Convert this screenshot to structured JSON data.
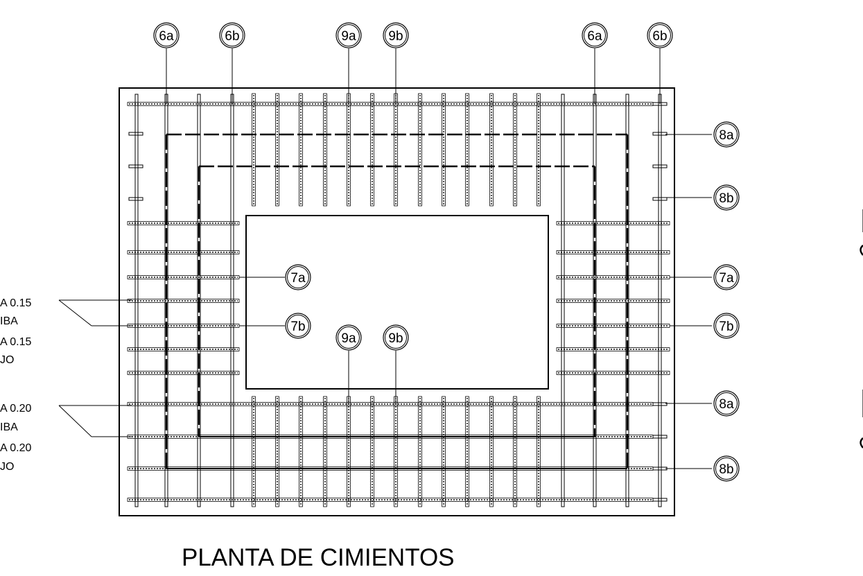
{
  "drawing": {
    "title": "PLANTA DE CIMIENTOS",
    "colors": {
      "ink": "#000000",
      "paper": "#ffffff"
    },
    "bar_tags": {
      "top_6a_left": "6a",
      "top_6b_left": "6b",
      "top_9a": "9a",
      "top_9b": "9b",
      "top_6a_right": "6a",
      "top_6b_right": "6b",
      "right_8a_top": "8a",
      "right_8b_top": "8b",
      "left_7a": "7a",
      "left_7b": "7b",
      "right_7a": "7a",
      "right_7b": "7b",
      "mid_9a": "9a",
      "mid_9b": "9b",
      "right_8a_bottom": "8a",
      "right_8b_bottom": "8b"
    },
    "notes": {
      "note_1_line_1": "A 0.15",
      "note_1_line_2": "IBA",
      "note_1_line_3": "A 0.15",
      "note_1_line_4": "JO",
      "note_2_line_1": "A 0.20",
      "note_2_line_2": "IBA",
      "note_2_line_3": "A 0.20",
      "note_2_line_4": "JO"
    }
  }
}
